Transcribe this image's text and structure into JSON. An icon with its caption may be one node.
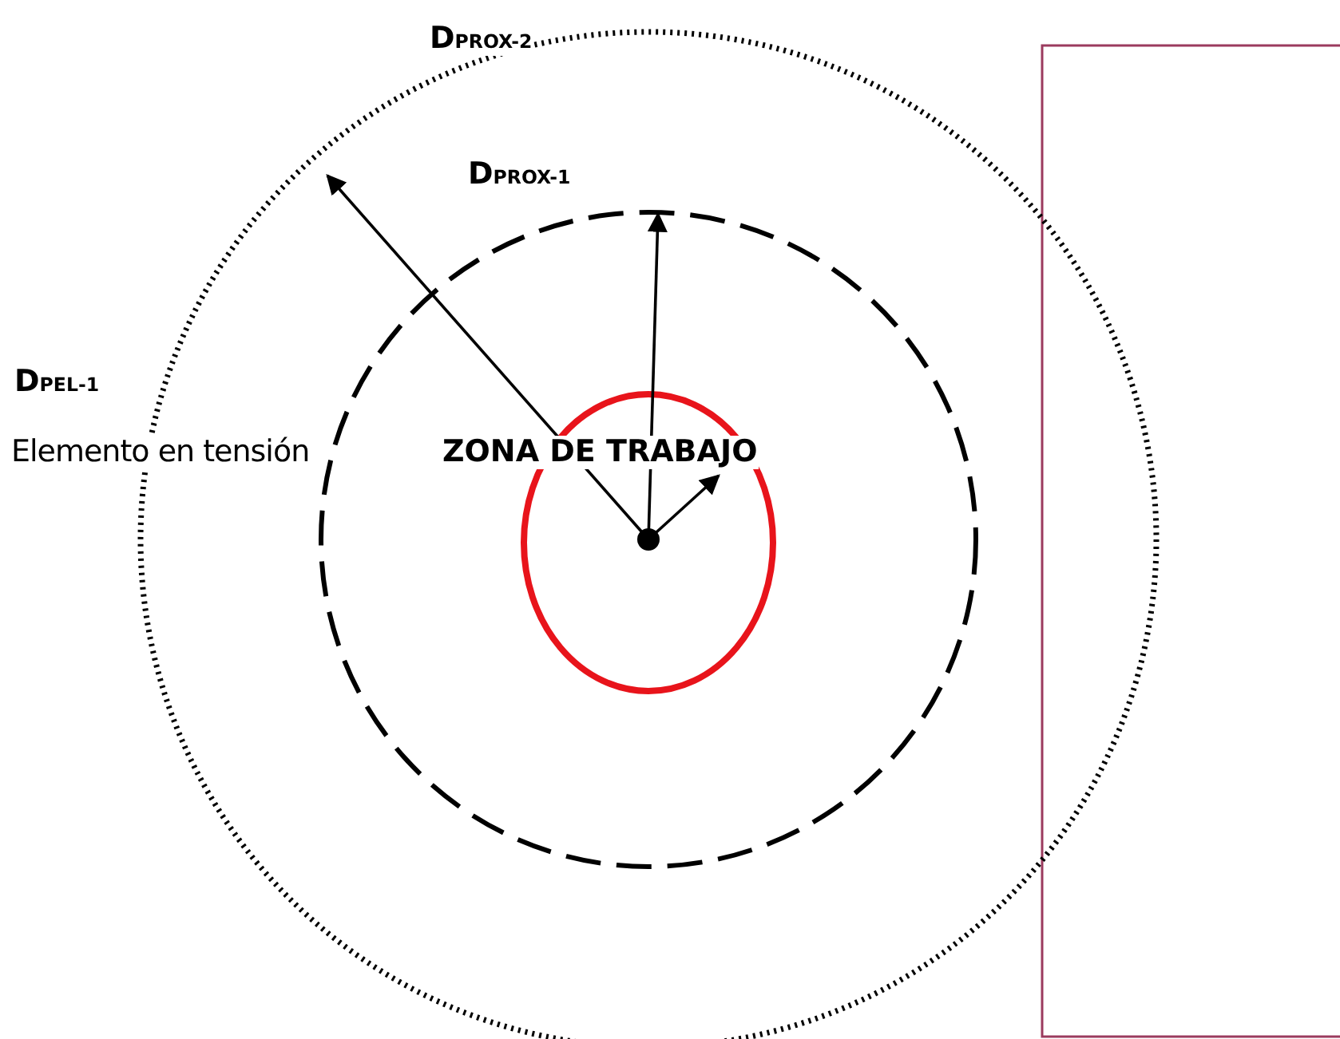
{
  "diagram": {
    "labels": [
      "D$_{PROX-2}$",
      "D$_{PROX-1}$",
      "D$_{PEL-1}$",
      "Elemento en tensión",
      "ZONA DE TRABAJO"
    ]
  }
}
